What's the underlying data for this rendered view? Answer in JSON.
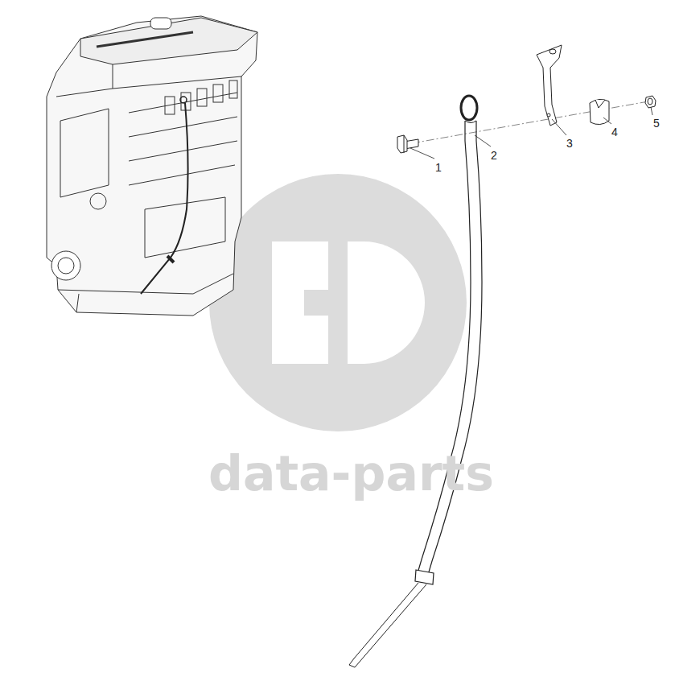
{
  "diagram": {
    "labels": [
      "1",
      "2",
      "3",
      "4",
      "5",
      "data-parts"
    ]
  }
}
